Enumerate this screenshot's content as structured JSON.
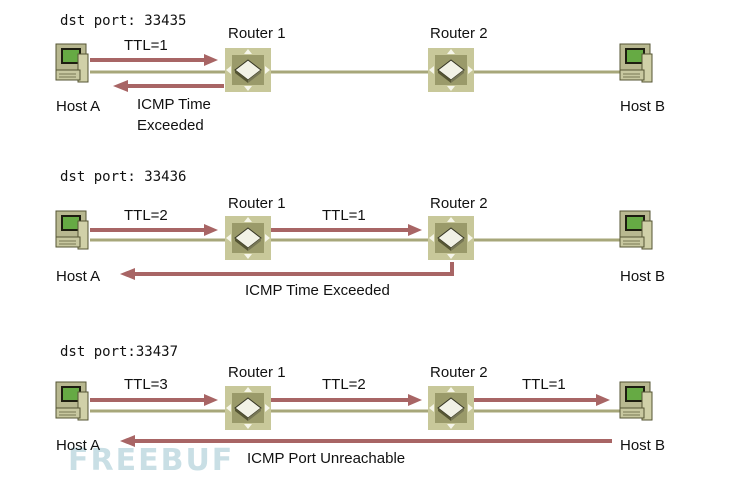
{
  "colors": {
    "link_line": "#a7a77a",
    "packet_arrow": "#a86565",
    "router_frame": "#c8c89a",
    "router_box": "#8a8a5a",
    "host_body": "#c8c8a0",
    "host_screen": "#66aa44"
  },
  "icons": {
    "host": "desktop-computer-icon",
    "router": "router-icon"
  },
  "scenarios": [
    {
      "dst_port_label": "dst port: 33435",
      "routers": [
        "Router 1",
        "Router 2"
      ],
      "hosts": [
        "Host A",
        "Host B"
      ],
      "ttl_labels": [
        "TTL=1"
      ],
      "reply_label": "ICMP Time\nExceeded"
    },
    {
      "dst_port_label": "dst port: 33436",
      "routers": [
        "Router 1",
        "Router 2"
      ],
      "hosts": [
        "Host A",
        "Host B"
      ],
      "ttl_labels": [
        "TTL=2",
        "TTL=1"
      ],
      "reply_label": "ICMP Time Exceeded"
    },
    {
      "dst_port_label": "dst port:33437",
      "routers": [
        "Router 1",
        "Router 2"
      ],
      "hosts": [
        "Host A",
        "Host B"
      ],
      "ttl_labels": [
        "TTL=3",
        "TTL=2",
        "TTL=1"
      ],
      "reply_label": "ICMP Port Unreachable"
    }
  ],
  "watermark": "FREEBUF"
}
